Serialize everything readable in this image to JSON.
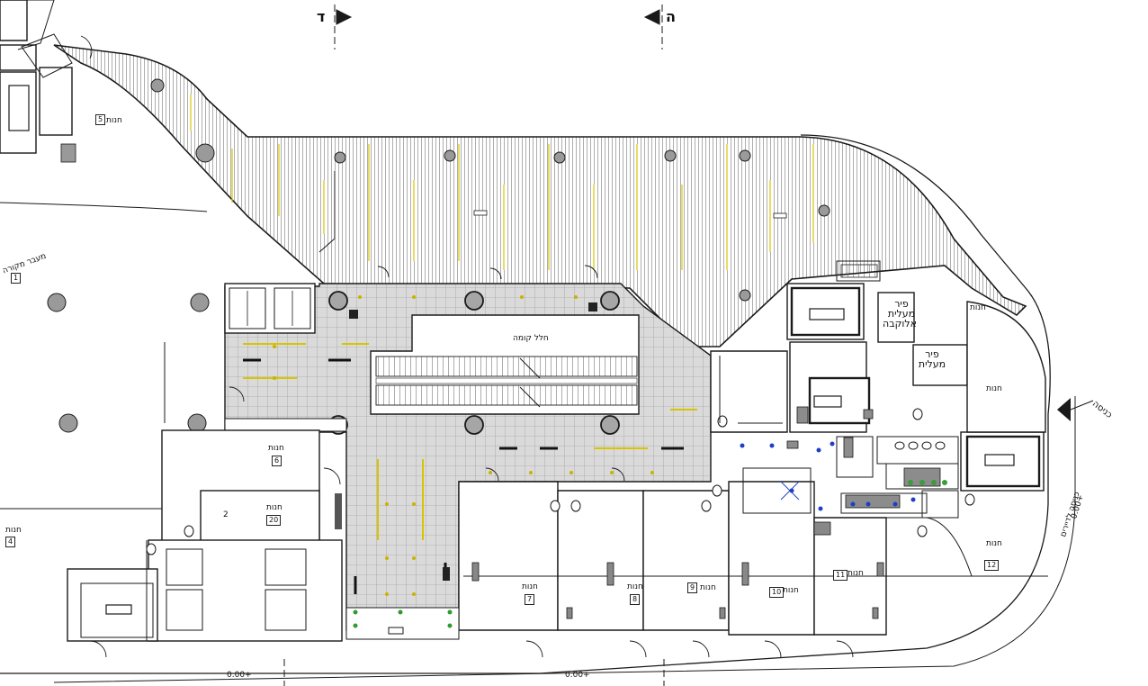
{
  "section_markers": {
    "left_letter": "ד",
    "right_letter": "ה"
  },
  "rooms": {
    "r5": "5",
    "r1": "1",
    "r4": "4",
    "r6": "6",
    "r7": "7",
    "r8": "8",
    "r9": "9",
    "r10": "10",
    "r11": "11",
    "r12": "12",
    "r20": "20",
    "r2": "2"
  },
  "labels": {
    "tenant": "חנות",
    "lift_shaft": "פיר מעלית",
    "lift_shaft_alucobond": "פיר מעלית אלוקבה",
    "side_passage": "מעבר מקורה",
    "entrance": "כניסה",
    "entrance_tenants": "כניסה לדיירים",
    "upper_floor_void": "חלל קומה",
    "canopy": "מעבר מקורה"
  },
  "levels": {
    "bottom_left": "+0.00",
    "bottom_center": "+0.00",
    "right_side": "+0.00"
  },
  "colors": {
    "line": "#1a1a1a",
    "hatch": "#4a4a4a",
    "highlight": "#d9c400",
    "column": "#9a9a9a",
    "corridor": "#dcdcdc",
    "accent": "#1f3fc4"
  }
}
